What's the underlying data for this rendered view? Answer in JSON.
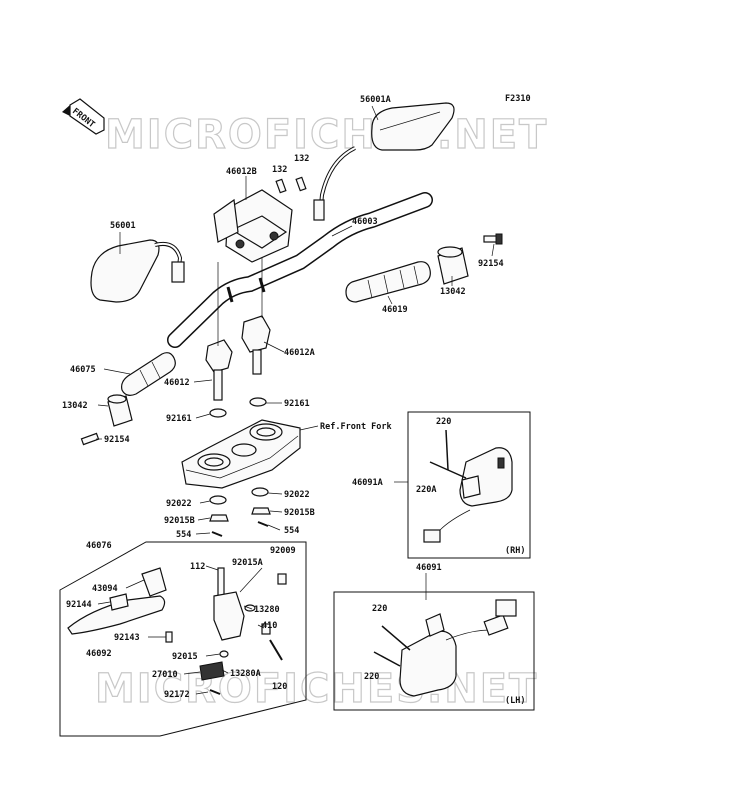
{
  "diagram": {
    "code": "F2310",
    "front_label": "FRONT",
    "watermark": "MICROFICHES.NET",
    "ref_note": "Ref.Front Fork",
    "boxes": {
      "rh_tag": "(RH)",
      "lh_tag": "(LH)"
    },
    "labels": {
      "p56001A": "56001A",
      "p46012B": "46012B",
      "p132a": "132",
      "p132b": "132",
      "p56001": "56001",
      "p46003": "46003",
      "p92154a": "92154",
      "p13042a": "13042",
      "p46019": "46019",
      "p46075": "46075",
      "p46012A": "46012A",
      "p46012": "46012",
      "p13042b": "13042",
      "p92161a": "92161",
      "p92161b": "92161",
      "p92154b": "92154",
      "p220a": "220",
      "p46091A": "46091A",
      "p220A": "220A",
      "p92022a": "92022",
      "p92022b": "92022",
      "p92015Ba": "92015B",
      "p92015Bb": "92015B",
      "p554a": "554",
      "p554b": "554",
      "p46076": "46076",
      "p112": "112",
      "p92015A": "92015A",
      "p92009": "92009",
      "p43094": "43094",
      "p92144": "92144",
      "p13280": "13280",
      "p92143": "92143",
      "p410": "410",
      "p46092": "46092",
      "p92015": "92015",
      "p27010": "27010",
      "p13280A": "13280A",
      "p120": "120",
      "p92172": "92172",
      "p46091": "46091",
      "p220b": "220",
      "p220c": "220"
    }
  }
}
